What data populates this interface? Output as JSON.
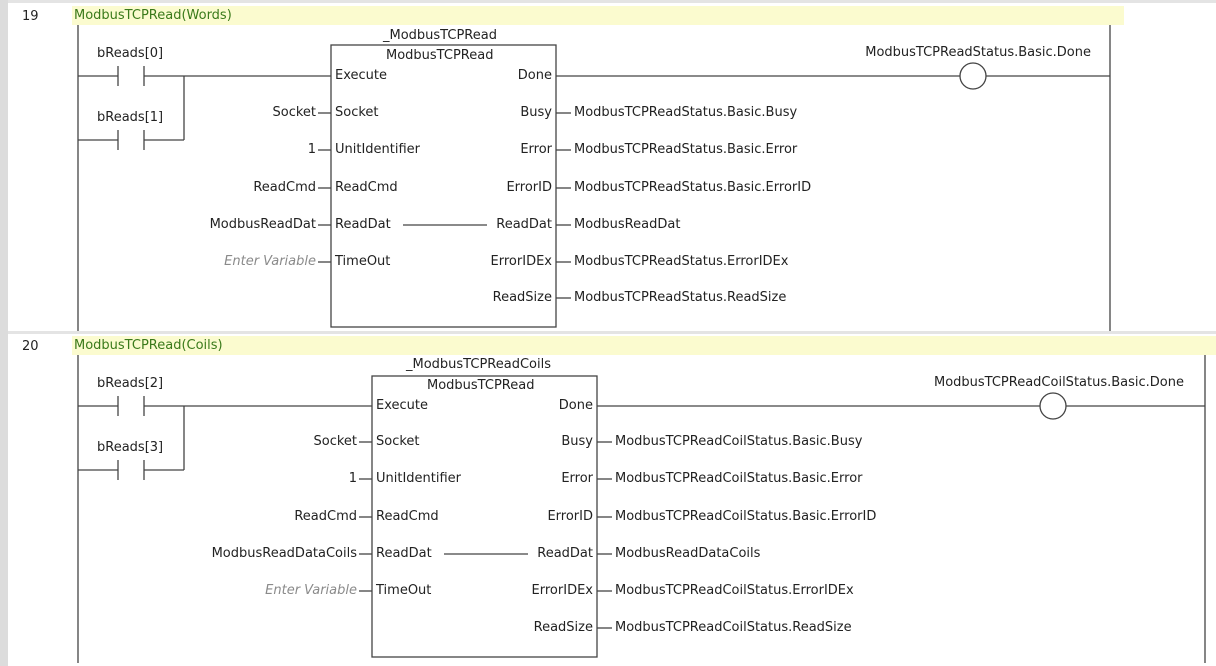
{
  "rungs": [
    {
      "number": "19",
      "comment": "ModbusTCPRead(Words)",
      "contacts": [
        "bReads[0]",
        "bReads[1]"
      ],
      "instance_name": "_ModbusTCPRead",
      "block_type": "ModbusTCPRead",
      "input_pins": [
        "Execute",
        "Socket",
        "UnitIdentifier",
        "ReadCmd",
        "ReadDat",
        "TimeOut"
      ],
      "input_vars": [
        "Socket",
        "1",
        "ReadCmd",
        "ModbusReadDat",
        "Enter Variable"
      ],
      "output_pins": [
        "Done",
        "Busy",
        "Error",
        "ErrorID",
        "ReadDat",
        "ErrorIDEx",
        "ReadSize"
      ],
      "output_vars": [
        "ModbusTCPReadStatus.Basic.Busy",
        "ModbusTCPReadStatus.Basic.Error",
        "ModbusTCPReadStatus.Basic.ErrorID",
        "ModbusReadDat",
        "ModbusTCPReadStatus.ErrorIDEx",
        "ModbusTCPReadStatus.ReadSize"
      ],
      "coil": "ModbusTCPReadStatus.Basic.Done"
    },
    {
      "number": "20",
      "comment": "ModbusTCPRead(Coils)",
      "contacts": [
        "bReads[2]",
        "bReads[3]"
      ],
      "instance_name": "_ModbusTCPReadCoils",
      "block_type": "ModbusTCPRead",
      "input_pins": [
        "Execute",
        "Socket",
        "UnitIdentifier",
        "ReadCmd",
        "ReadDat",
        "TimeOut"
      ],
      "input_vars": [
        "Socket",
        "1",
        "ReadCmd",
        "ModbusReadDataCoils",
        "Enter Variable"
      ],
      "output_pins": [
        "Done",
        "Busy",
        "Error",
        "ErrorID",
        "ReadDat",
        "ErrorIDEx",
        "ReadSize"
      ],
      "output_vars": [
        "ModbusTCPReadCoilStatus.Basic.Busy",
        "ModbusTCPReadCoilStatus.Basic.Error",
        "ModbusTCPReadCoilStatus.Basic.ErrorID",
        "ModbusReadDataCoils",
        "ModbusTCPReadCoilStatus.ErrorIDEx",
        "ModbusTCPReadCoilStatus.ReadSize"
      ],
      "coil": "ModbusTCPReadCoilStatus.Basic.Done"
    }
  ]
}
